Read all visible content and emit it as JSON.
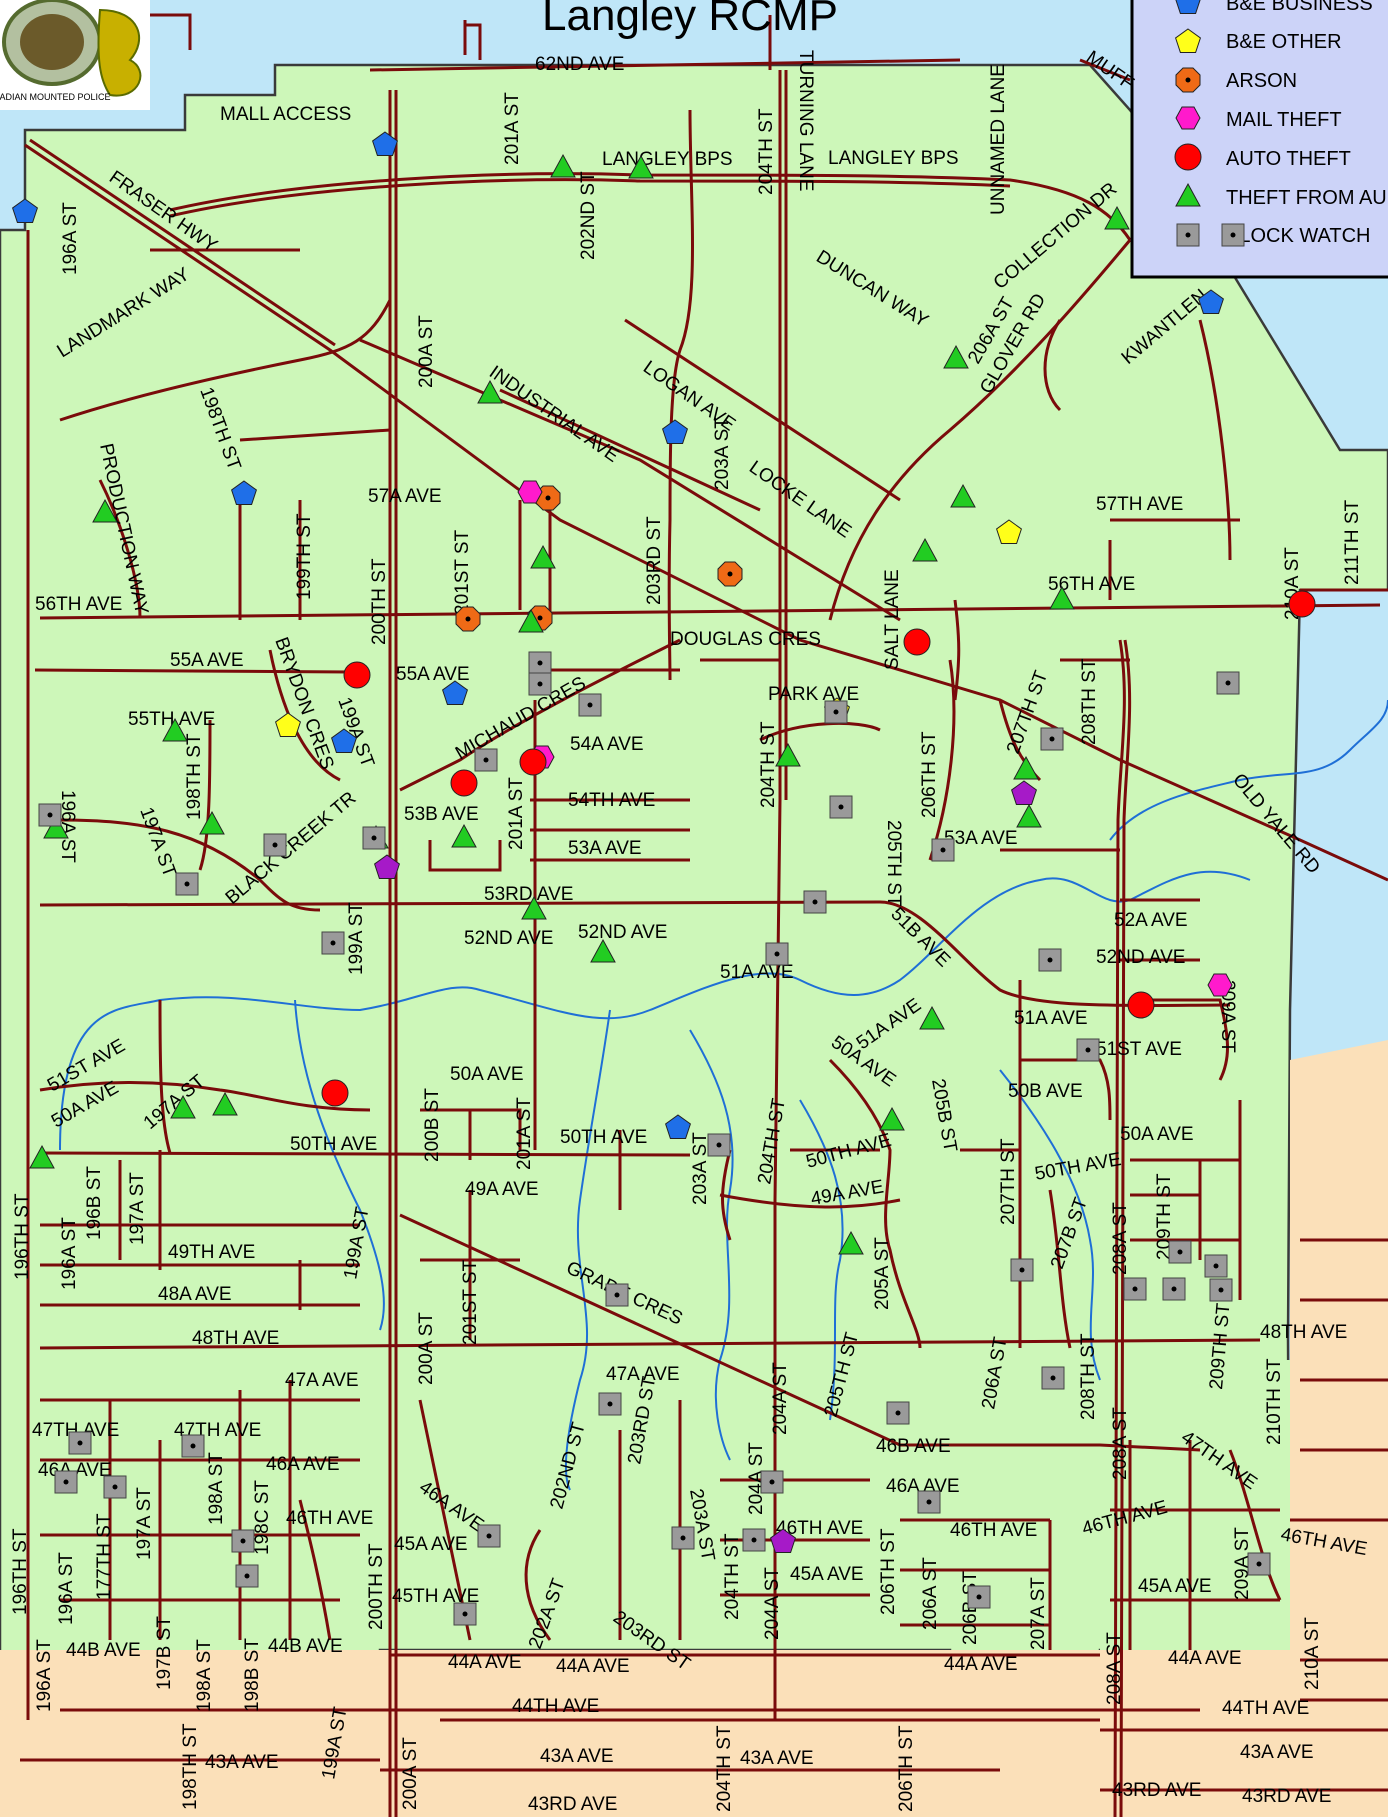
{
  "title": "Langley RCMP",
  "colors": {
    "water": "#bfe6f8",
    "land": "#cdf7b9",
    "outside_land": "#fbe0b9",
    "road": "#7a0b0b",
    "creek": "#1f6fd6",
    "boundary": "#3a3a3a",
    "be_business": "#1f6fe8",
    "be_other": "#ffff1a",
    "arson": "#ef6a16",
    "mail_theft": "#ff1acc",
    "auto_theft": "#ff0000",
    "theft_from_auto": "#22cc22",
    "block_watch": "#9a9a9a",
    "purple_marker": "#a61ac8"
  },
  "legend": {
    "items": [
      {
        "label": "B&E BUSINESS",
        "icon": "pentagon-blue-icon"
      },
      {
        "label": "B&E OTHER",
        "icon": "pentagon-yellow-icon"
      },
      {
        "label": "ARSON",
        "icon": "octagon-orange-dot-icon"
      },
      {
        "label": "MAIL THEFT",
        "icon": "hexagon-magenta-icon"
      },
      {
        "label": "AUTO THEFT",
        "icon": "circle-red-icon"
      },
      {
        "label": "THEFT FROM AU",
        "icon": "triangle-green-icon"
      },
      {
        "label": "BLOCK WATCH",
        "icon": "square-gray-dot-icon"
      }
    ]
  },
  "logo": {
    "text": "ADIAN MOUNTED POLICE",
    "icon": "rcmp-crest-icon"
  },
  "streets": {
    "s62nd_ave": "62ND AVE",
    "mall_access": "MALL ACCESS",
    "s201a_st_n": "201A ST",
    "langley_bps_1": "LANGLEY BPS",
    "langley_bps_2": "LANGLEY BPS",
    "s202nd_st_n": "202ND ST",
    "s204th_st_n": "204TH ST",
    "turning_lane": "TURNING LANE",
    "unnamed_lane": "UNNAMED LANE",
    "muff": "MUFF",
    "collection_dr": "COLLECTION DR",
    "s196a_st_n": "196A ST",
    "fraser_hwy": "FRASER HWY",
    "landmark_way": "LANDMARK WAY",
    "duncan_way": "DUNCAN WAY",
    "s206a_st_n": "206A ST",
    "glover_rd": "GLOVER RD",
    "kwantlen": "KWANTLEN",
    "s200a_st_n": "200A ST",
    "industrial_ave": "INDUSTRIAL AVE",
    "logan_ave": "LOGAN AVE",
    "s198th_st_n": "198TH ST",
    "production_way": "PRODUCTION WAY",
    "s57a_ave": "57A AVE",
    "s203a_st_n": "203A ST",
    "locke_lane": "LOCKE LANE",
    "s57th_ave": "57TH AVE",
    "s211th_st": "211TH ST",
    "s199th_st_n": "199TH ST",
    "s201st_st_n": "201ST ST",
    "s203rd_st_n": "203RD ST",
    "s56th_ave_e": "56TH AVE",
    "s210a_st": "210A ST",
    "s56th_ave_w": "56TH AVE",
    "s200th_st_n": "200TH ST",
    "douglas_cres": "DOUGLAS CRES",
    "salt_lane": "SALT LANE",
    "s55a_ave_w": "55A AVE",
    "brydon_cres": "BRYDON CRES",
    "s55a_ave_c": "55A AVE",
    "park_ave": "PARK AVE",
    "s207th_st_n": "207TH ST",
    "s208th_st_n": "208TH ST",
    "s55th_ave": "55TH AVE",
    "s199a_st_n": "199A ST",
    "michaud_cres": "MICHAUD CRES",
    "s54a_ave": "54A AVE",
    "s204th_st_c": "204TH ST",
    "s206th_st_c": "206TH ST",
    "s198th_st_c": "198TH ST",
    "s196a_st_w": "196A ST",
    "s197a_st_w": "197A ST",
    "black_creek_tr": "BLACK CREEK TR",
    "s53b_ave": "53B AVE",
    "s201a_st_c": "201A ST",
    "s54th_ave": "54TH AVE",
    "s205th_st_c": "205TH ST",
    "s53a_ave_e": "53A AVE",
    "old_yale_rd": "OLD YALE RD",
    "s53a_ave_c": "53A AVE",
    "s53rd_ave": "53RD AVE",
    "s51b_ave": "51B AVE",
    "s52a_ave": "52A AVE",
    "s52nd_ave_c": "52ND AVE",
    "s52nd_ave_c2": "52ND AVE",
    "s199a_st_c": "199A ST",
    "s51a_ave_c": "51A AVE",
    "s52nd_ave_e": "52ND AVE",
    "s209a_st_c": "209A ST",
    "s51a_ave_e": "51A AVE",
    "s51a_ave_e2": "51A AVE",
    "s51st_ave_e": "51ST AVE",
    "s51st_ave_w": "51ST AVE",
    "s50a_ave_w": "50A AVE",
    "s197a_st_c": "197A ST",
    "s50a_ave_c": "50A AVE",
    "s50a_ave_e": "50A AVE",
    "s205b_st": "205B ST",
    "s50b_ave": "50B AVE",
    "s50a_ave_e2": "50A AVE",
    "s50th_ave_w": "50TH AVE",
    "s200b_st": "200B ST",
    "s201a_st_s": "201A ST",
    "s50th_ave_c": "50TH AVE",
    "s204th_st_s": "204TH ST",
    "s50th_ave_e": "50TH AVE",
    "s50th_ave_e2": "50TH AVE",
    "s207th_st_s": "207TH ST",
    "s207b_st": "207B ST",
    "s208a_st_s": "208A ST",
    "s209th_st_s": "209TH ST",
    "s196th_st_w": "196TH ST",
    "s196b_st": "196B ST",
    "s197a_st_s": "197A ST",
    "s196a_st_s": "196A ST",
    "s49a_ave_c": "49A AVE",
    "s203a_st_s": "203A ST",
    "s49a_ave_e": "49A AVE",
    "s49th_ave": "49TH AVE",
    "s199a_st_s": "199A ST",
    "s48a_ave": "48A AVE",
    "grade_cres": "GRADE CRES",
    "s201st_st_s": "201ST ST",
    "s205a_st": "205A ST",
    "s48th_ave_w": "48TH AVE",
    "s200a_st_s": "200A ST",
    "s48th_ave_e": "48TH AVE",
    "s47a_ave_w": "47A AVE",
    "s47a_ave_c": "47A AVE",
    "s206a_st_s": "206A ST",
    "s208th_st_s": "208TH ST",
    "s209th_st_ss": "209TH ST",
    "s210th_st": "210TH ST",
    "s205th_st_s": "205TH ST",
    "s204a_st_s": "204A ST",
    "s203rd_st_s": "203RD ST",
    "s202nd_st_s": "202ND ST",
    "s46b_ave": "46B AVE",
    "s47th_ave_w": "47TH AVE",
    "s47th_ave_c": "47TH AVE",
    "s47th_ave_e": "47TH AVE",
    "s208a_st_ss": "208A ST",
    "s46a_ave_w": "46A AVE",
    "s46a_ave_c": "46A AVE",
    "s198a_st_s": "198A ST",
    "s46a_ave_c2": "46A AVE",
    "s46a_ave_e": "46A AVE",
    "s204a_st_ss": "204A ST",
    "s203a_st_ss": "203A ST",
    "s46th_ave_c": "46TH AVE",
    "s46th_ave_e": "46TH AVE",
    "s46th_ave_e2": "46TH AVE",
    "s46th_ave_ee": "46TH AVE",
    "s46th_ave_w": "46TH AVE",
    "s197a_st_ss": "197A ST",
    "s198c_st": "198C ST",
    "s177th_st": "177TH ST",
    "s196a_st_ss": "196A ST",
    "s196th_st_ss": "196TH ST",
    "s45a_ave_c": "45A AVE",
    "s45a_ave_e": "45A AVE",
    "s45a_ave_ee": "45A AVE",
    "s206th_st_ss": "206TH ST",
    "s206a_st_ss": "206A ST",
    "s206b_st": "206B ST",
    "s207a_st": "207A ST",
    "s209a_st_ss": "209A ST",
    "s204th_st_ss": "204TH ST",
    "s204a_st_sss": "204A ST",
    "s200th_st_s": "200TH ST",
    "s45th_ave": "45TH AVE",
    "s202a_st": "202A ST",
    "s203rd_st_ss": "203RD ST",
    "s44b_ave_w": "44B AVE",
    "s44b_ave_c": "44B AVE",
    "s197b_st": "197B ST",
    "s198a_st_ss": "198A ST",
    "s198b_st": "198B ST",
    "s196a_st_sss": "196A ST",
    "s44a_ave_c": "44A AVE",
    "s44a_ave_c2": "44A AVE",
    "s44a_ave_e": "44A AVE",
    "s44a_ave_ee": "44A AVE",
    "s208a_st_sss": "208A ST",
    "s210a_st_s": "210A ST",
    "s44th_ave_c": "44TH AVE",
    "s44th_ave_e": "44TH AVE",
    "s199a_st_ss": "199A ST",
    "s198th_st_ss": "198TH ST",
    "s43a_ave_w": "43A AVE",
    "s43a_ave_c": "43A AVE",
    "s43a_ave_c2": "43A AVE",
    "s43a_ave_e": "43A AVE",
    "s200a_st_ss": "200A ST",
    "s204th_st_sss": "204TH ST",
    "s206th_st_sss": "206TH ST",
    "s43rd_ave_c": "43RD AVE",
    "s43rd_ave_e": "43RD AVE",
    "s43rd_ave_ee": "43RD AVE"
  }
}
